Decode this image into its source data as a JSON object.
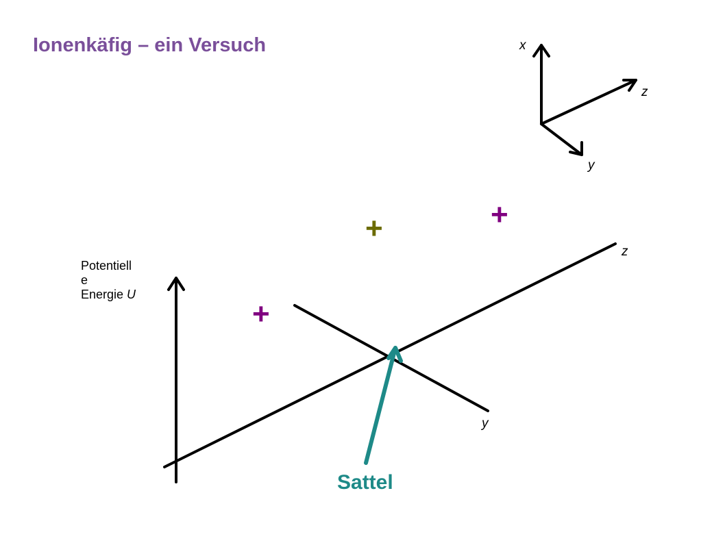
{
  "title": "Ionenkäfig – ein Versuch",
  "coordinate_system": {
    "x_label": "x",
    "z_label": "z",
    "y_label": "y"
  },
  "energy_axis": {
    "label_line1": "Potentiell",
    "label_line2": "e",
    "label_line3_prefix": "Energie ",
    "label_symbol": "U"
  },
  "main_axes": {
    "z_label": "z",
    "y_label": "y"
  },
  "charges": [
    {
      "symbol": "+",
      "color": "#800080"
    },
    {
      "symbol": "+",
      "color": "#6b6b00"
    },
    {
      "symbol": "+",
      "color": "#800080"
    }
  ],
  "saddle": {
    "label": "Sattel",
    "color": "#1e8a88"
  },
  "colors": {
    "title": "#7a4f9a",
    "axes": "#000000"
  }
}
